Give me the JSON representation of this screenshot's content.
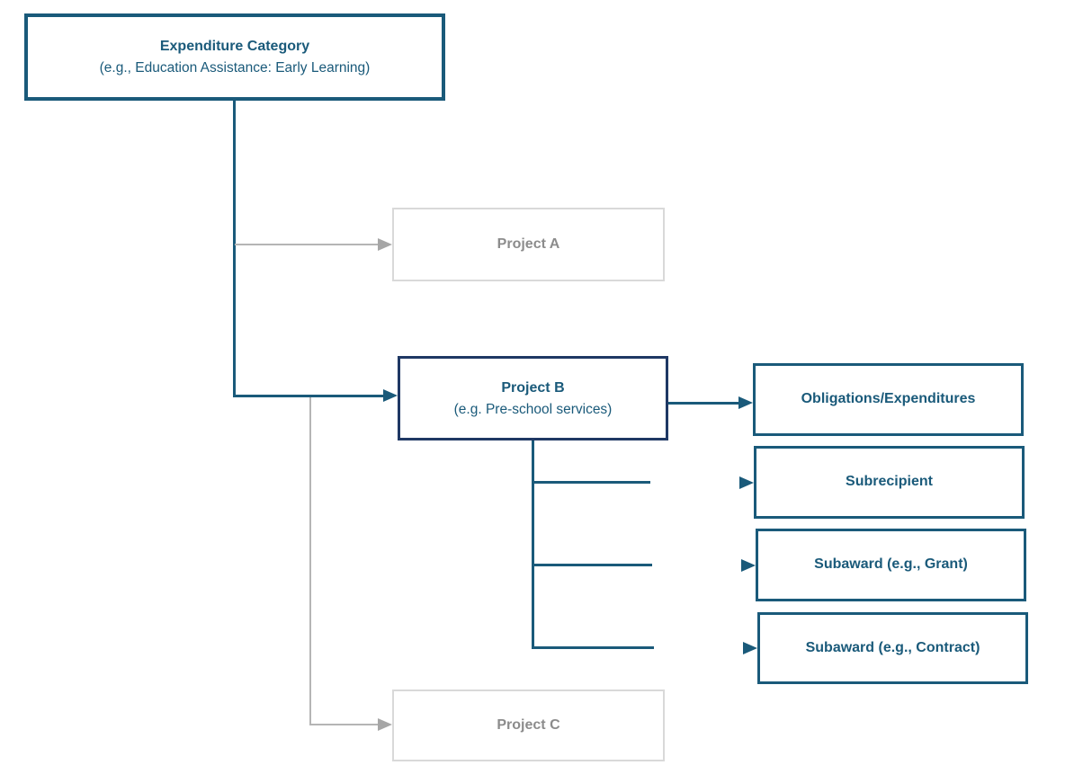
{
  "diagram": {
    "description": "Expenditure category hierarchy flowchart",
    "root": {
      "title": "Expenditure Category",
      "subtitle": "(e.g., Education Assistance: Early Learning)"
    },
    "projects": [
      {
        "label": "Project A",
        "state": "inactive"
      },
      {
        "label": "Project B",
        "sublabel": "(e.g. Pre-school services)",
        "state": "active"
      },
      {
        "label": "Project C",
        "state": "inactive"
      }
    ],
    "project_b_children": [
      {
        "label": "Obligations/Expenditures"
      },
      {
        "label": "Subrecipient"
      },
      {
        "label": "Subaward (e.g., Grant)"
      },
      {
        "label": "Subaward (e.g., Contract)"
      }
    ]
  },
  "colors": {
    "teal": "#1a5a7a",
    "navy": "#1f3864",
    "gray_line": "#b5b5b5",
    "gray_arrow": "#a6a6a6",
    "gray_border": "#d9d9d9",
    "gray_text": "#8c8c8c",
    "bg": "#ffffff"
  }
}
